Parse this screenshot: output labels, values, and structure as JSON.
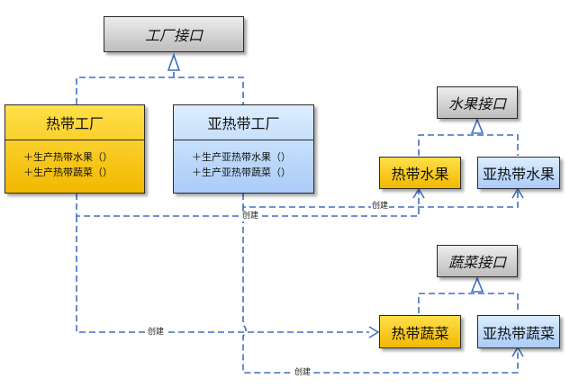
{
  "factory_interface": "工厂接口",
  "tropical_factory": {
    "name": "热带工厂",
    "ops": [
      "＋生产热带水果（）",
      "＋生产热带蔬菜（）"
    ]
  },
  "subtropical_factory": {
    "name": "亚热带工厂",
    "ops": [
      "＋生产亚热带水果（）",
      "＋生产亚热带蔬菜（）"
    ]
  },
  "fruit_interface": "水果接口",
  "tropical_fruit": "热带水果",
  "subtropical_fruit": "亚热带水果",
  "vegetable_interface": "蔬菜接口",
  "tropical_vegetable": "热带蔬菜",
  "subtropical_vegetable": "亚热带蔬菜",
  "relations": {
    "create_tf_fruit": "创建",
    "create_stf_fruit": "创建",
    "create_tf_veg": "创建",
    "create_stf_veg": "创建"
  },
  "colors": {
    "line": "#3f6fc3",
    "tropical": "#f2b800",
    "subtropical": "#a9ccf7",
    "interface": "#cfcfcf"
  }
}
